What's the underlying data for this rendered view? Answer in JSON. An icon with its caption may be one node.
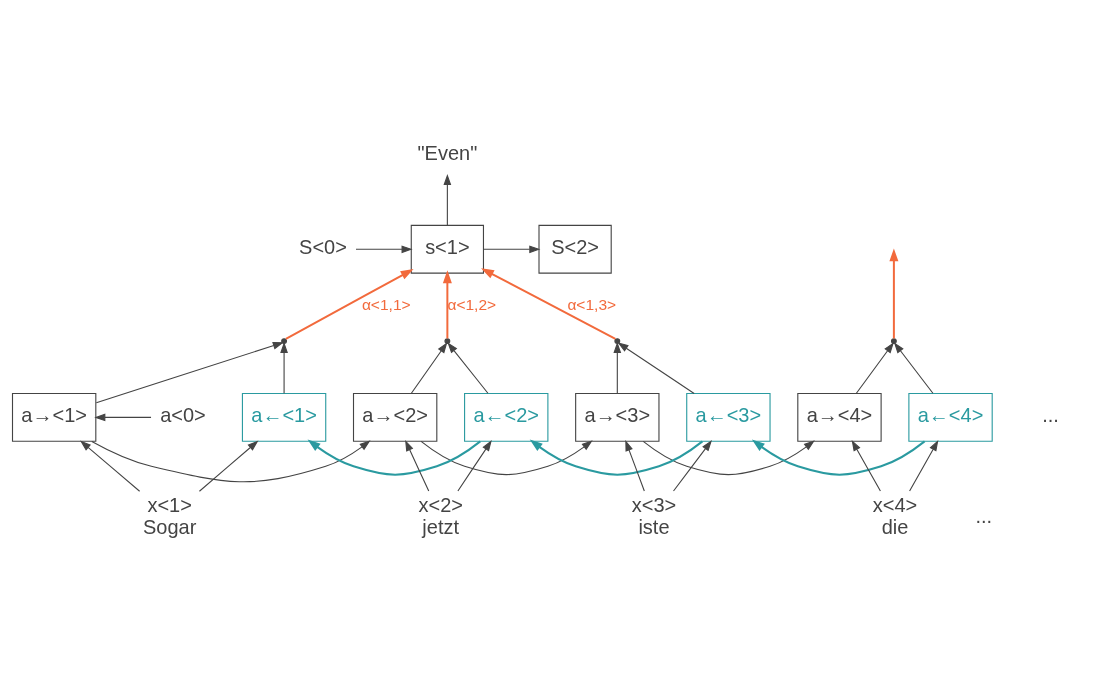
{
  "diagram": {
    "nodes": [
      {
        "text": [
          "\"Even\""
        ]
      },
      {
        "text": [
          "S<0>"
        ]
      },
      {
        "text": [
          "s<1>"
        ]
      },
      {
        "text": [
          "S<2>"
        ]
      },
      {
        "text": [],
        "shape": "circle"
      },
      {
        "text": [],
        "shape": "circle"
      },
      {
        "text": [],
        "shape": "circle"
      },
      {
        "text": [],
        "shape": "circle"
      },
      {
        "text": [
          "a<0>"
        ]
      },
      {
        "text": [
          "a→<1>"
        ]
      },
      {
        "text": [
          "a←<1>"
        ]
      },
      {
        "text": [
          "a→<2>"
        ]
      },
      {
        "text": [
          "a←<2>"
        ]
      },
      {
        "text": [
          "a→<3>"
        ]
      },
      {
        "text": [
          "a←<3>"
        ]
      },
      {
        "text": [
          "a→<4>"
        ]
      },
      {
        "text": [
          "a←<4>"
        ]
      },
      {
        "text": [
          "x<1>"
        ],
        "beside": [
          "Sogar"
        ]
      },
      {
        "text": [
          "x<2>"
        ],
        "beside": [
          "jetzt"
        ]
      },
      {
        "text": [
          "x<3>"
        ],
        "beside": [
          "iste"
        ]
      },
      {
        "text": [
          "x<4>"
        ],
        "beside": [
          "die"
        ]
      }
    ],
    "edges": [
      {
        "from": 1,
        "to": 2,
        "arrow": "to"
      },
      {
        "from": 2,
        "to": 3,
        "arrow": "to"
      },
      {
        "from": 2,
        "to": 0,
        "arrow": "to"
      },
      {
        "from": 4,
        "to": 2,
        "arrow": "to",
        "label": "α<1,1>",
        "color": "#f26a3c"
      },
      {
        "from": 5,
        "to": 2,
        "arrow": "to",
        "label": "α<1,2>",
        "color": "#f26a3c"
      },
      {
        "from": 6,
        "to": 2,
        "arrow": "to",
        "label": "α<1,3>",
        "color": "#f26a3c"
      },
      {
        "from": 7,
        "to": null,
        "arrow": "to",
        "color": "#f26a3c"
      },
      {
        "from": 9,
        "to": 4,
        "arrow": "to"
      },
      {
        "from": 10,
        "to": 4,
        "arrow": "to"
      },
      {
        "from": 11,
        "to": 5,
        "arrow": "to"
      },
      {
        "from": 12,
        "to": 5,
        "arrow": "to"
      },
      {
        "from": 13,
        "to": 6,
        "arrow": "to"
      },
      {
        "from": 14,
        "to": 6,
        "arrow": "to"
      },
      {
        "from": 15,
        "to": 7,
        "arrow": "to"
      },
      {
        "from": 16,
        "to": 7,
        "arrow": "to"
      },
      {
        "from": 8,
        "to": 9,
        "arrow": "to"
      },
      {
        "from": 9,
        "to": 11,
        "arrow": "to"
      },
      {
        "from": 11,
        "to": 13,
        "arrow": "to"
      },
      {
        "from": 13,
        "to": 15,
        "arrow": "to"
      },
      {
        "from": 12,
        "to": 10,
        "arrow": "to",
        "color": "#2a9aa0"
      },
      {
        "from": 14,
        "to": 12,
        "arrow": "to",
        "color": "#2a9aa0"
      },
      {
        "from": 16,
        "to": 14,
        "arrow": "to",
        "color": "#2a9aa0"
      },
      {
        "from": 17,
        "to": 9,
        "arrow": "to"
      },
      {
        "from": 17,
        "to": 10,
        "arrow": "to"
      },
      {
        "from": 18,
        "to": 11,
        "arrow": "to"
      },
      {
        "from": 18,
        "to": 12,
        "arrow": "to"
      },
      {
        "from": 19,
        "to": 13,
        "arrow": "to"
      },
      {
        "from": 19,
        "to": 14,
        "arrow": "to"
      },
      {
        "from": 20,
        "to": 15,
        "arrow": "to"
      },
      {
        "from": 20,
        "to": 16,
        "arrow": "to"
      }
    ],
    "labels": [
      "...",
      "..."
    ]
  }
}
